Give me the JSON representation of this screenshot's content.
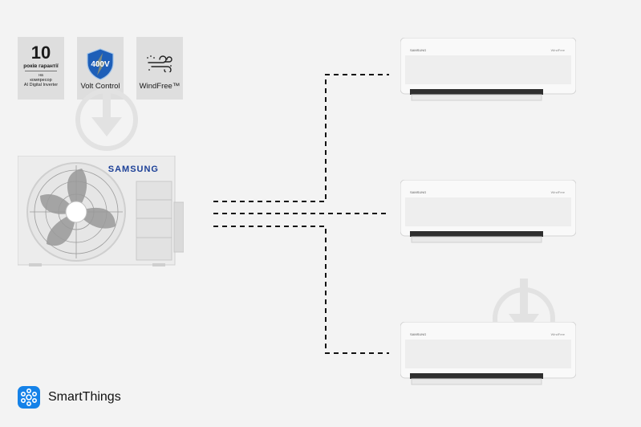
{
  "badges": {
    "warranty": {
      "number": "10",
      "line1": "років гарантії",
      "line2": "на",
      "line3": "компресор",
      "line4": "AI Digital Inverter"
    },
    "volt": {
      "shield_text": "400V",
      "label": "Volt Control"
    },
    "windfree": {
      "label": "WindFree™"
    }
  },
  "outdoor_unit": {
    "brand": "SAMSUNG"
  },
  "indoor_units": [
    {
      "brand": "SAMSUNG",
      "model_text": "WindFree"
    },
    {
      "brand": "SAMSUNG",
      "model_text": "WindFree"
    },
    {
      "brand": "SAMSUNG",
      "model_text": "WindFree"
    }
  ],
  "footer": {
    "app_name": "SmartThings",
    "icon": "smartthings-icon"
  },
  "colors": {
    "background": "#f3f3f3",
    "badge": "#dedede",
    "smartthings_blue": "#1582e8",
    "shield_blue": "#1e5fb8"
  }
}
